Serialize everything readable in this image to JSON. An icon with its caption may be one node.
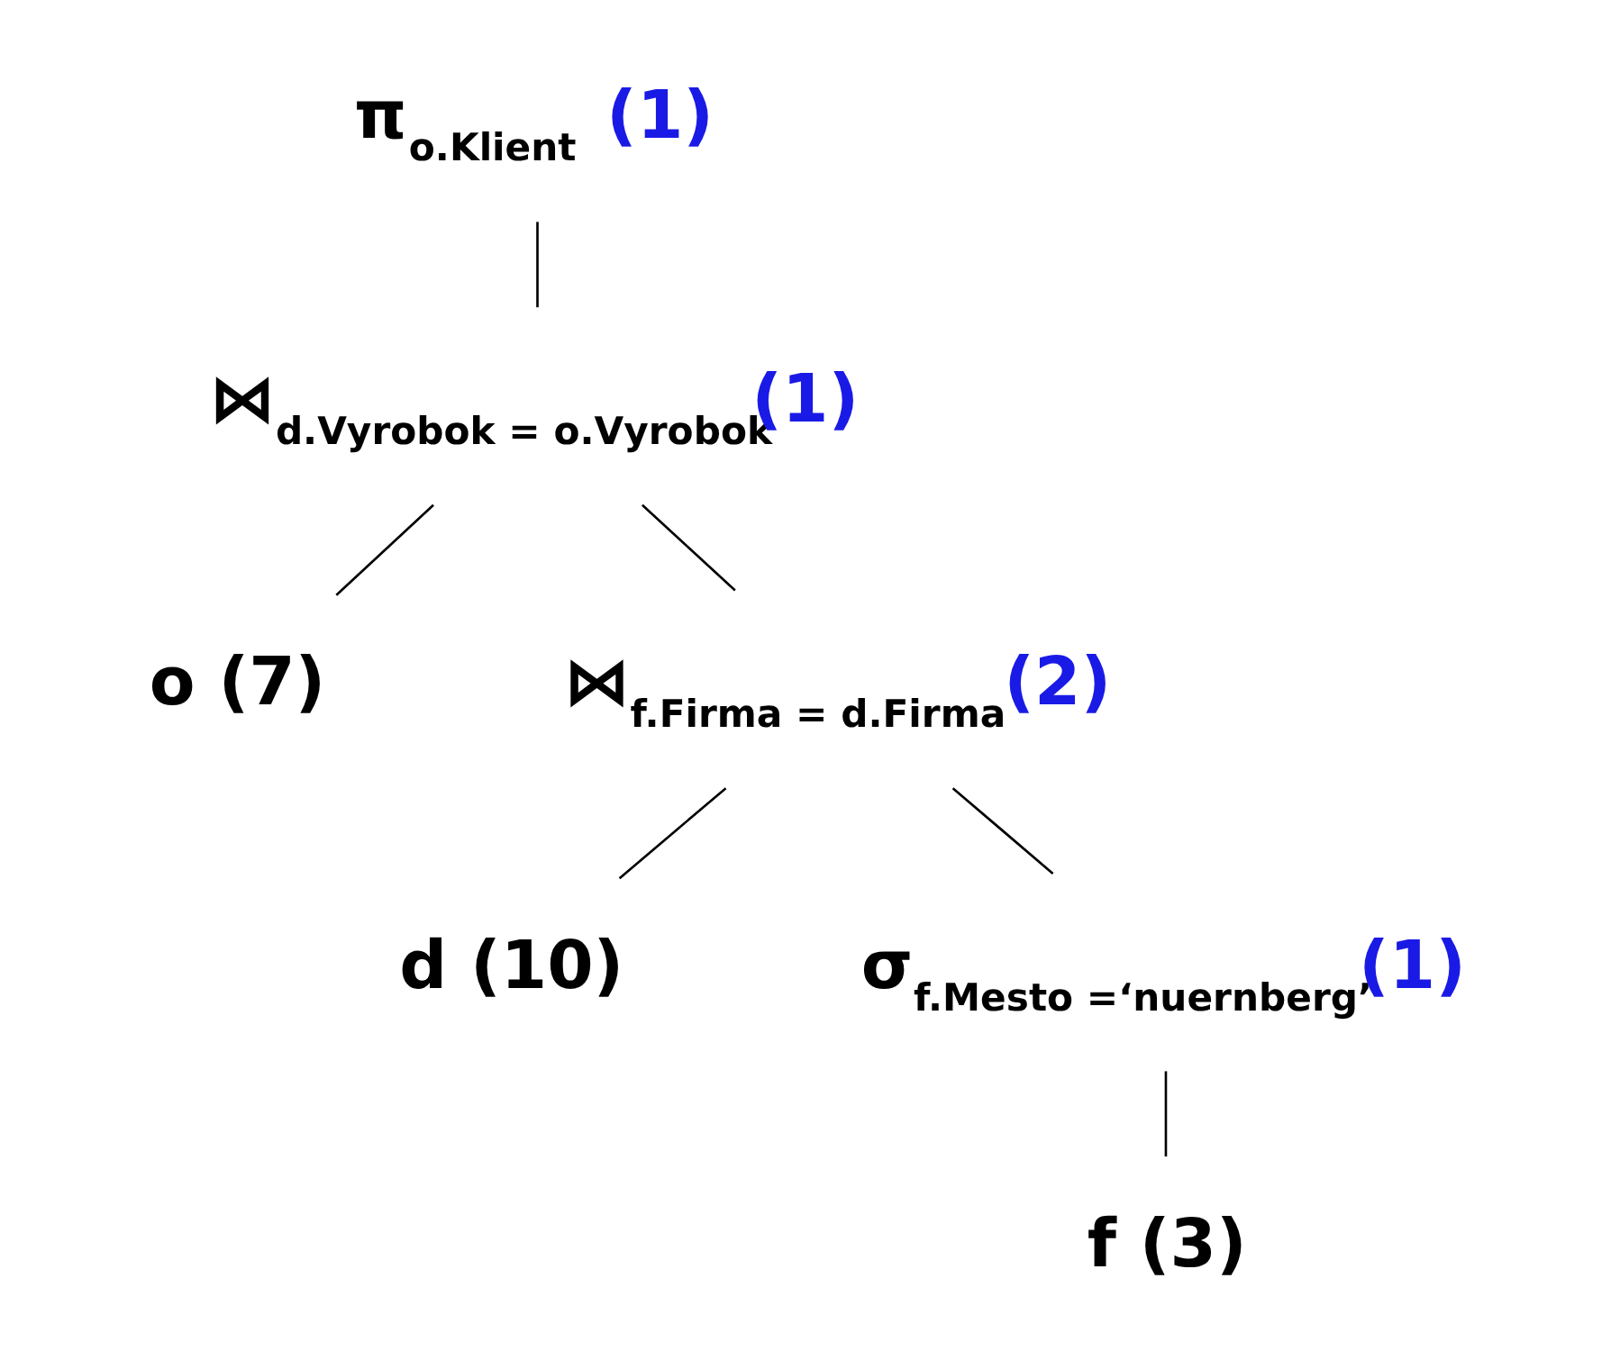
{
  "diagram": {
    "nodes": [
      {
        "text": [
          "π$_{o.Klient}$"
        ],
        "beside": [
          "(1)"
        ]
      },
      {
        "text": [
          "⋈$_{d.Vyrobok = o.Vyrobok}$"
        ],
        "beside": [
          "(1)"
        ]
      },
      {
        "text": [
          "o (7)"
        ]
      },
      {
        "text": [
          "⋈$_{f.Firma = d.Firma}$"
        ],
        "beside": [
          "(2)"
        ]
      },
      {
        "text": [
          "σ$_{f.Mesto =‘nuernberg’}$"
        ],
        "beside": [
          "(1)"
        ]
      },
      {
        "text": [
          "d (10)"
        ]
      },
      {
        "text": [
          "f (3)"
        ]
      }
    ],
    "edges": [
      {
        "from": 0,
        "to": 1,
        "arrow": "none"
      },
      {
        "from": 1,
        "to": 2,
        "arrow": "none"
      },
      {
        "from": 1,
        "to": 3,
        "arrow": "none"
      },
      {
        "from": 3,
        "to": 5,
        "arrow": "none"
      },
      {
        "from": 3,
        "to": 4,
        "arrow": "none"
      },
      {
        "from": 4,
        "to": 6,
        "arrow": "none"
      }
    ]
  }
}
